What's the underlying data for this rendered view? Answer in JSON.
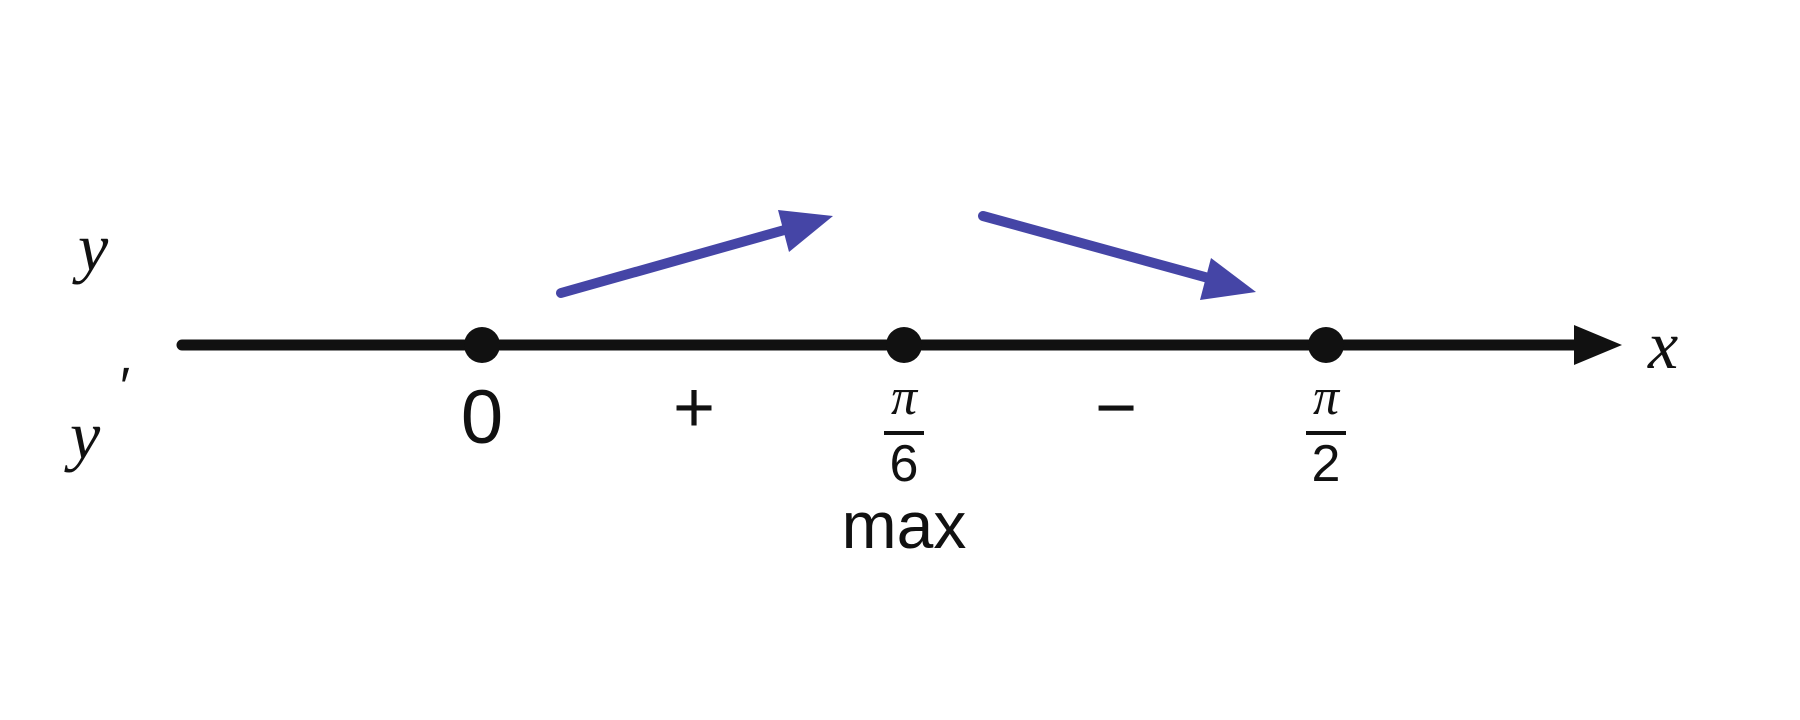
{
  "labels": {
    "function_row": "y",
    "derivative_row": "y",
    "prime_mark": "′",
    "axis_variable": "x"
  },
  "points": [
    {
      "numerator": "",
      "denominator": "",
      "value": "0",
      "note": ""
    },
    {
      "numerator": "π",
      "denominator": "6",
      "value": "",
      "note": "max"
    },
    {
      "numerator": "π",
      "denominator": "2",
      "value": "",
      "note": ""
    }
  ],
  "signs": [
    "+",
    "−"
  ],
  "trend": [
    "increasing",
    "decreasing"
  ],
  "colors": {
    "axis": "#111111",
    "arrow": "#4545a6",
    "text": "#111111"
  }
}
